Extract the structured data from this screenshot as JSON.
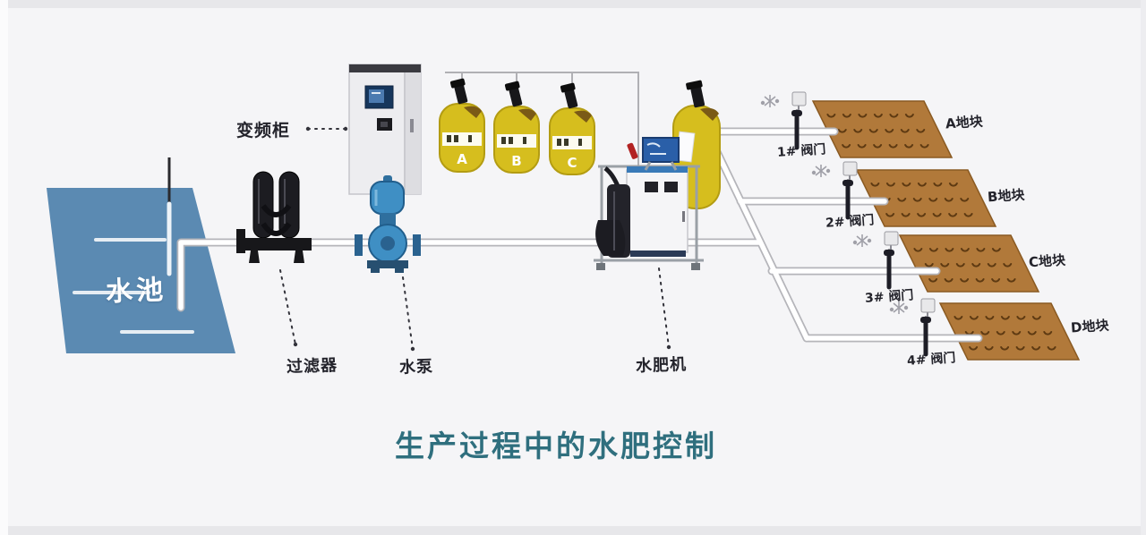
{
  "scene": {
    "title": "生产过程中的水肥控制"
  },
  "labels": {
    "pool": "水池",
    "cabinet": "变频柜",
    "filter": "过滤器",
    "pump": "水泵",
    "machine": "水肥机"
  },
  "tanks": [
    {
      "letter": "A"
    },
    {
      "letter": "B"
    },
    {
      "letter": "C"
    }
  ],
  "valves": [
    {
      "label": "1# 阀门"
    },
    {
      "label": "2# 阀门"
    },
    {
      "label": "3# 阀门"
    },
    {
      "label": "4# 阀门"
    }
  ],
  "plots": [
    {
      "label": "A地块"
    },
    {
      "label": "B地块"
    },
    {
      "label": "C地块"
    },
    {
      "label": "D地块"
    }
  ],
  "colors": {
    "title": "#2f6f7e",
    "label": "#23232b",
    "pool": "#5b8ab2",
    "tank": "#d6be1e",
    "plot": "#b1793a",
    "pump": "#3f8fc4",
    "pipe": "#b5b5ba"
  }
}
